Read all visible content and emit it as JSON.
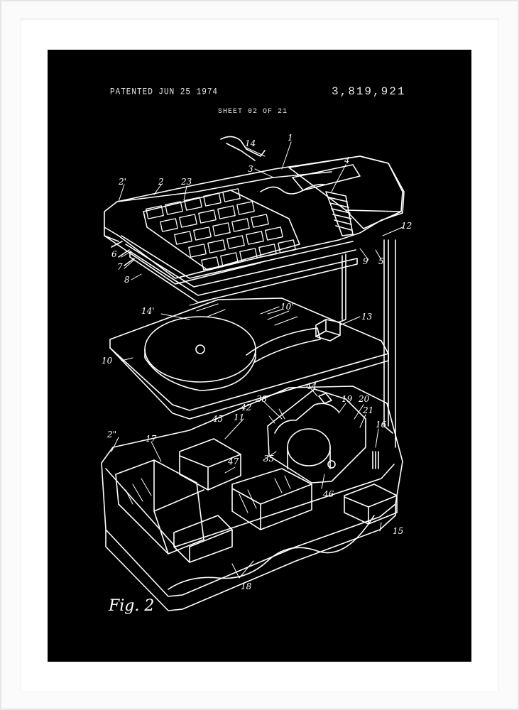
{
  "header": {
    "patented": "PATENTED JUN 25 1974",
    "patent_number": "3,819,921",
    "sheet": "SHEET  02 OF 21"
  },
  "figure_label": "Fig. 2",
  "reference_numerals": [
    "14",
    "1",
    "3",
    "4",
    "2'",
    "2",
    "23",
    "12",
    "6",
    "7",
    "8",
    "9",
    "5",
    "10'",
    "14'",
    "13",
    "10",
    "38",
    "44",
    "19",
    "20",
    "21",
    "45",
    "11",
    "42",
    "16",
    "2\"",
    "17",
    "35",
    "47",
    "46",
    "15",
    "18"
  ],
  "colors": {
    "background": "#000000",
    "lines": "#ffffff",
    "mat": "#ffffff"
  }
}
